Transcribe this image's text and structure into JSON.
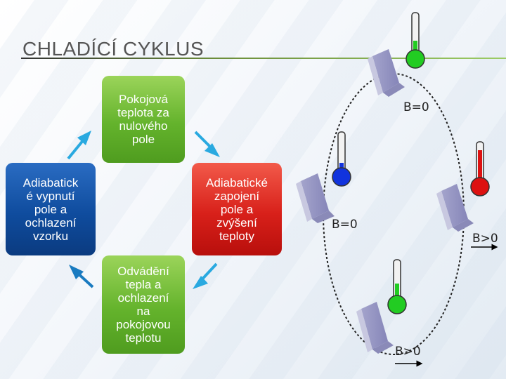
{
  "title": "CHLADÍCÍ CYKLUS",
  "cycle": {
    "top": "Pokojová\nteplota za\nnulového\npole",
    "right": "Adiabatické\nzapojení\npole a\nzvýšení\nteploty",
    "bottom": "Odvádění\ntepla a\nochlazení\nna\npokojovou\nteplotu",
    "left": "Adiabatick\né vypnutí\npole a\nochlazení\nvzorku"
  },
  "field_labels": {
    "top": "B=0",
    "left": "B=0",
    "right": "B>0",
    "bottom": "B>0"
  },
  "colors": {
    "green_box": "#64b32c",
    "red_box": "#d8201a",
    "blue_box": "#0f4c9e",
    "arrow": "#29a9e0",
    "thermo_green": "#22cc22",
    "thermo_red": "#dd1111",
    "thermo_blue": "#1133dd"
  }
}
